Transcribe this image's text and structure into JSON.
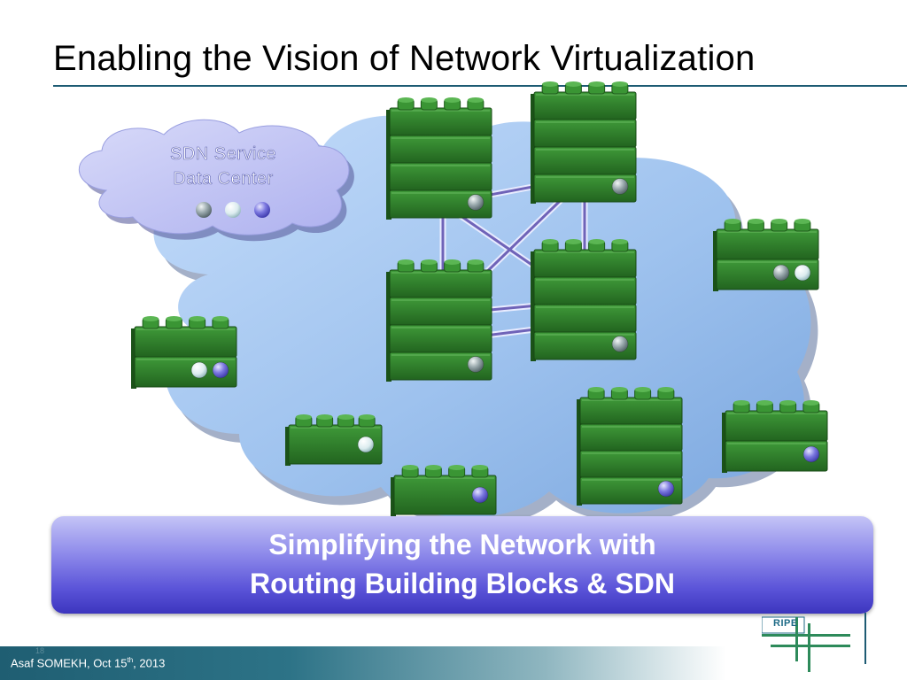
{
  "slide": {
    "title": "Enabling the Vision of Network Virtualization",
    "cloud_label_line1": "SDN Service",
    "cloud_label_line2": "Data Center",
    "banner_line1": "Simplifying the Network with",
    "banner_line2": "Routing Building Blocks & SDN",
    "footer_author": "Asaf SOMEKH, Oct 15",
    "footer_sup": "th",
    "footer_year": ", 2013",
    "page_number": "18",
    "logo_text": "RIPE"
  },
  "colors": {
    "brick": "#2f7d2b",
    "title_rule": "#1d5b73",
    "cloud_fill": "#9ec2ee",
    "sdn_cloud_fill": "#c6c8f6",
    "banner": "#5a53d8",
    "dot_gray": "#8a9aa0",
    "dot_white": "#e6f2f4",
    "dot_blue": "#6a66d6"
  },
  "diagram": {
    "block_stacks": [
      {
        "id": "center-top-left",
        "layers": 4,
        "dots": [
          "gray"
        ]
      },
      {
        "id": "center-top-right",
        "layers": 4,
        "dots": [
          "gray"
        ]
      },
      {
        "id": "center-mid-left",
        "layers": 4,
        "dots": [
          "gray"
        ]
      },
      {
        "id": "center-mid-right",
        "layers": 4,
        "dots": [
          "gray"
        ]
      },
      {
        "id": "right-upper",
        "layers": 2,
        "dots": [
          "gray",
          "white"
        ]
      },
      {
        "id": "left-mid",
        "layers": 2,
        "dots": [
          "white",
          "blue"
        ]
      },
      {
        "id": "bottom-left",
        "layers": 1,
        "dots": [
          "white"
        ]
      },
      {
        "id": "bottom-center-small",
        "layers": 1,
        "dots": [
          "blue"
        ]
      },
      {
        "id": "bottom-center-tall",
        "layers": 4,
        "dots": [
          "blue"
        ]
      },
      {
        "id": "right-lower",
        "layers": 2,
        "dots": [
          "blue"
        ]
      }
    ],
    "sdn_dots": [
      "gray",
      "white",
      "blue"
    ]
  }
}
